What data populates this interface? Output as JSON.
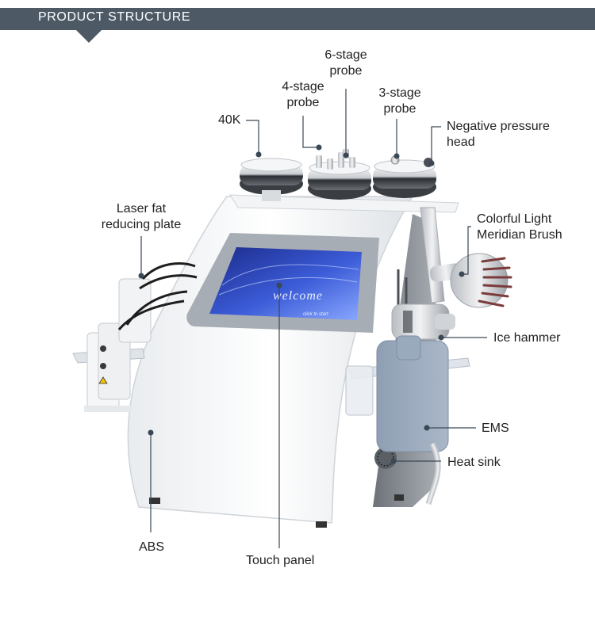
{
  "header": {
    "title": "PRODUCT STRUCTURE"
  },
  "labels": {
    "k40": "40K",
    "stage6_line1": "6-stage",
    "stage6_line2": "probe",
    "stage4_line1": "4-stage",
    "stage4_line2": "probe",
    "stage3_line1": "3-stage",
    "stage3_line2": "probe",
    "negative_line1": "Negative pressure",
    "negative_line2": "head",
    "laser_line1": "Laser fat",
    "laser_line2": "reducing plate",
    "colorful_line1": "Colorful Light",
    "colorful_line2": "Meridian Brush",
    "ice_hammer": "Ice hammer",
    "ems": "EMS",
    "heat_sink": "Heat sink",
    "abs": "ABS",
    "touch_panel": "Touch panel"
  },
  "screen": {
    "text": "welcome",
    "subtext": "click to start"
  },
  "colors": {
    "banner": "#4d5a66",
    "screen": "#2a3fae",
    "leader": "#3a4755"
  }
}
